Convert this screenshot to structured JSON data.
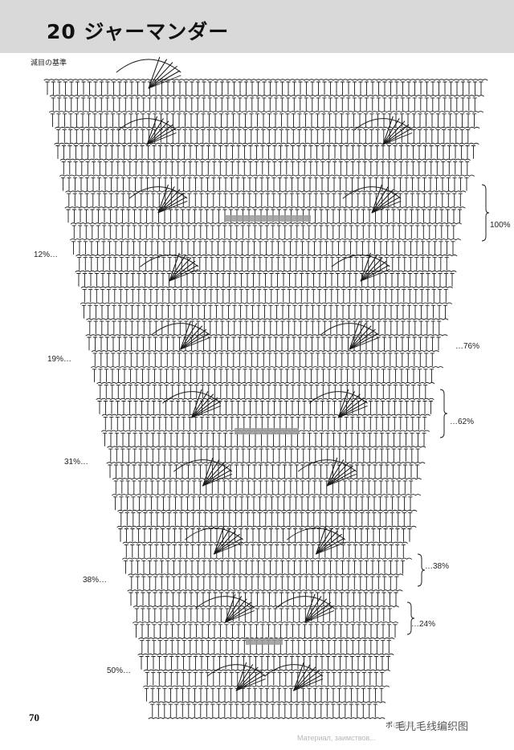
{
  "header": {
    "title": "20 ジャーマンダー",
    "background": "#d9d9d9"
  },
  "notes": {
    "decrease_reference_top": "減目の基準",
    "decrease_reference_bottom": "ポの基準"
  },
  "percent_labels": {
    "left": [
      "12%…",
      "19%…",
      "31%…",
      "38%…",
      "50%…"
    ],
    "right": [
      "100%",
      "…76%",
      "…62%",
      "…38%",
      "…24%"
    ]
  },
  "page_number": "70",
  "watermark": {
    "logo_text": "毛儿毛线编织图",
    "faint_text": "Материал, заимствов..."
  },
  "colors": {
    "ink": "#1a1a1a",
    "highlight": "#9a9a9a",
    "paper": "#ffffff"
  }
}
